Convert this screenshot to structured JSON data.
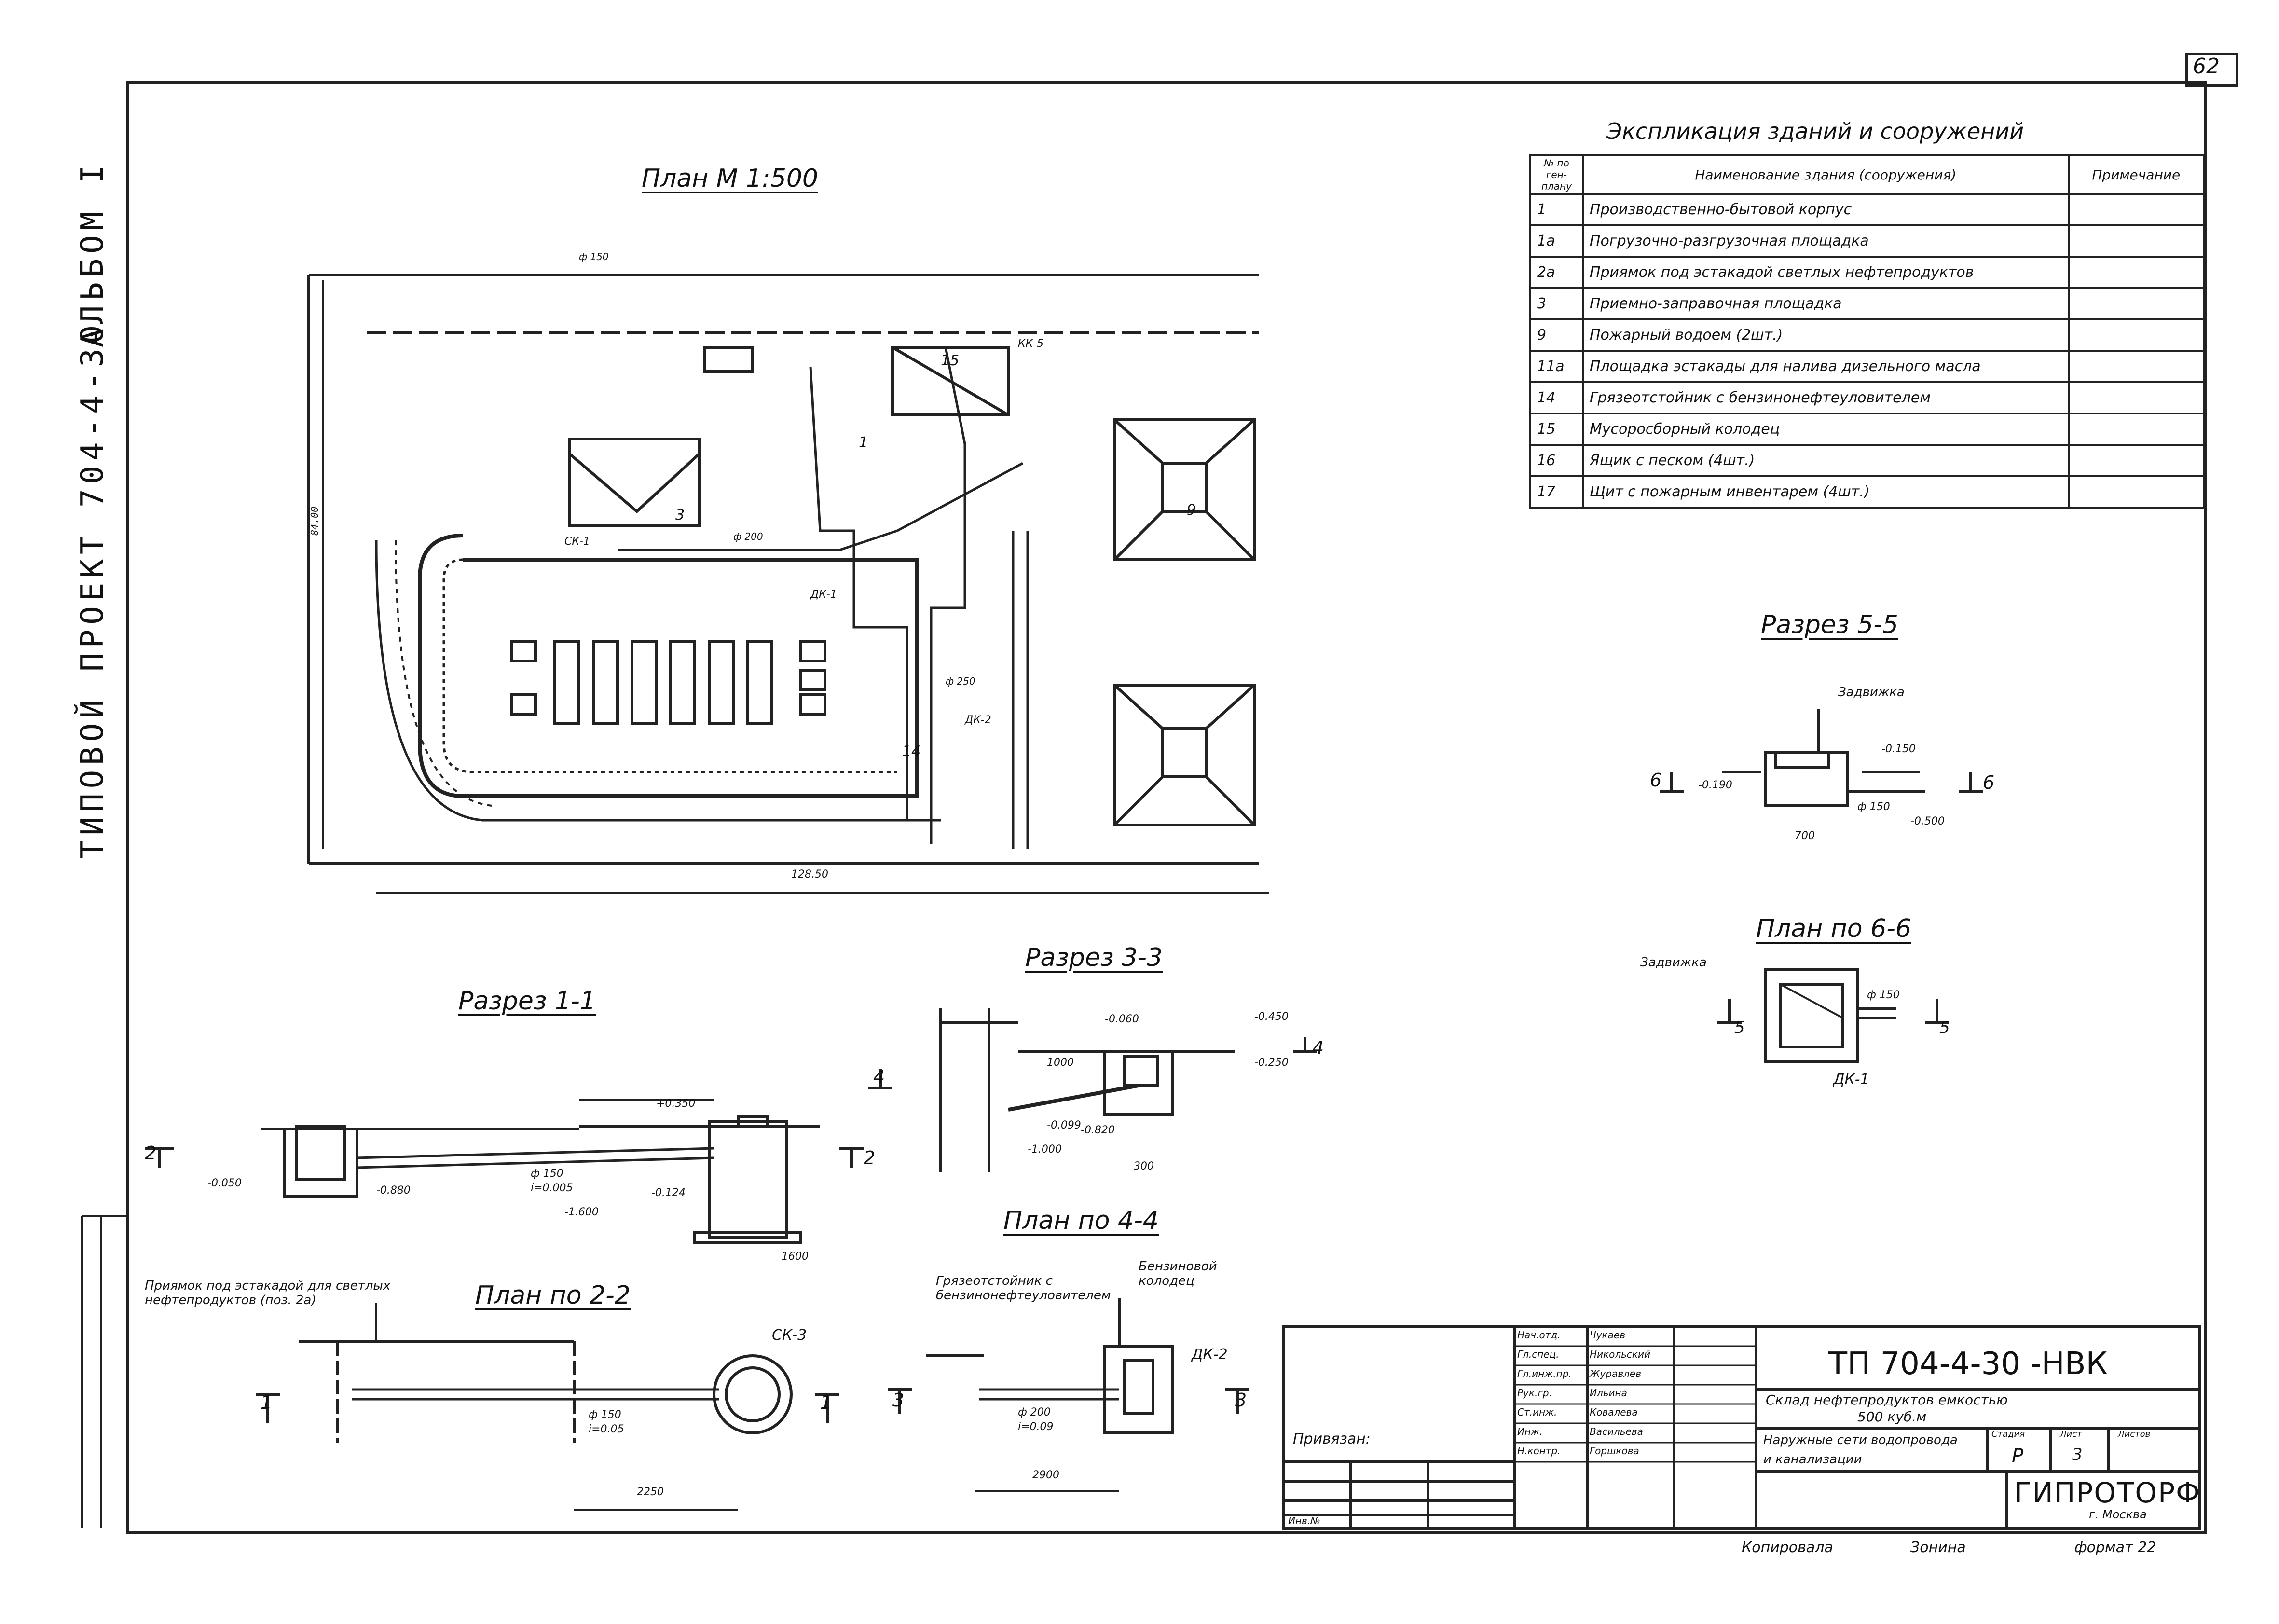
{
  "page": {
    "number": "62"
  },
  "side_title": {
    "series": "ТИПОВОЙ ПРОЕКТ 704-4-30",
    "album": "АЛЬБОМ I"
  },
  "views": {
    "plan": "План  М 1:500",
    "section_1": "Разрез 1-1",
    "section_3": "Разрез 3-3",
    "plan_2": "План по 2-2",
    "plan_4": "План по 4-4",
    "section_5": "Разрез 5-5",
    "plan_6": "План по 6-6"
  },
  "explication": {
    "title": "Экспликация зданий и сооружений",
    "headers": [
      "№ по ген-плану",
      "Наименование здания (сооружения)",
      "Примечание"
    ],
    "rows": [
      {
        "no": "1",
        "name": "Производственно-бытовой корпус",
        "note": ""
      },
      {
        "no": "1а",
        "name": "Погрузочно-разгрузочная площадка",
        "note": ""
      },
      {
        "no": "2а",
        "name": "Приямок под эстакадой светлых нефтепродуктов",
        "note": ""
      },
      {
        "no": "3",
        "name": "Приемно-заправочная площадка",
        "note": ""
      },
      {
        "no": "9",
        "name": "Пожарный водоем  (2шт.)",
        "note": ""
      },
      {
        "no": "11а",
        "name": "Площадка эстакады для налива дизельного масла",
        "note": ""
      },
      {
        "no": "14",
        "name": "Грязеотстойник с бензинонефтеуловителем",
        "note": ""
      },
      {
        "no": "15",
        "name": "Мусоросборный колодец",
        "note": ""
      },
      {
        "no": "16",
        "name": "Ящик с песком  (4шт.)",
        "note": ""
      },
      {
        "no": "17",
        "name": "Щит с пожарным инвентарем  (4шт.)",
        "note": ""
      }
    ]
  },
  "plan_labels": {
    "dim_width": "128.50",
    "dim_height": "84.00",
    "pipe_150": "ф 150",
    "pipe_200": "ф 200",
    "pipe_250": "ф 250",
    "ck1": "СК-1",
    "ck3": "СК-3",
    "dk1": "ДК-1",
    "dk2": "ДК-2",
    "kk5": "КК-5",
    "n3": "3",
    "n9": "9",
    "n14": "14",
    "n15": "15",
    "n1": "1"
  },
  "section1_labels": {
    "mark_top": "+0.350",
    "mark_left": "-0.050",
    "mark_mid": "-0.880",
    "pipe": "ф 150",
    "slope": "i=0.005",
    "mark_low": "-1.600",
    "mark_pipe": "-0.124",
    "dim": "1600",
    "cut": "2"
  },
  "section3_labels": {
    "mark_a": "-0.060",
    "mark_b": "-0.450",
    "mark_c": "-0.099",
    "mark_d": "-1.000",
    "mark_e": "-0.820",
    "mark_f": "-0.250",
    "dim_a": "1000",
    "dim_b": "300",
    "cut": "4"
  },
  "section5_labels": {
    "valve": "Задвижка",
    "mark_a": "-0.150",
    "mark_b": "-0.190",
    "pipe": "ф 150",
    "mark_c": "-0.500",
    "dim": "700",
    "cut": "6"
  },
  "plan6_labels": {
    "valve": "Задвижка",
    "pipe": "ф 150",
    "dk": "ДК-1",
    "cut": "5"
  },
  "plan2_labels": {
    "callout": "Приямок под эстакадой для светлых нефтепродуктов (поз. 2а)",
    "ck": "СК-3",
    "pipe": "ф 150",
    "slope": "i=0.05",
    "dim": "2250",
    "cut": "1"
  },
  "plan4_labels": {
    "callout_a": "Грязеотстойник с бензинонефтеуловителем",
    "callout_b": "Бензиновой колодец",
    "dk": "ДК-2",
    "pipe": "ф 200",
    "slope": "i=0.09",
    "dim": "2900",
    "cut": "3"
  },
  "title_block": {
    "code": "ТП   704-4-30  -НВК",
    "desc_a": "Склад нефтепродуктов емкостью",
    "desc_b": "500 куб.м",
    "sheet_name_a": "Наружные сети водопровода",
    "sheet_name_b": "и канализации",
    "stage": "Р",
    "sheet": "3",
    "stage_h": "Стадия",
    "sheet_h": "Лист",
    "sheets_h": "Листов",
    "org": "ГИПРОТОРФ",
    "city": "г. Москва",
    "attached": "Привязан:",
    "inv": "Инв.№",
    "copied": "Копировала",
    "copier": "Зонина",
    "format": "формат 22",
    "roles": [
      "Нач.отд.",
      "Гл.спец.",
      "Гл.инж.пр.",
      "Рук.гр.",
      "Ст.инж.",
      "Инж.",
      "Н.контр."
    ],
    "names": [
      "Чукаев",
      "Никольский",
      "Журавлев",
      "Ильина",
      "Ковалева",
      "Васильева",
      "Горшкова"
    ]
  }
}
